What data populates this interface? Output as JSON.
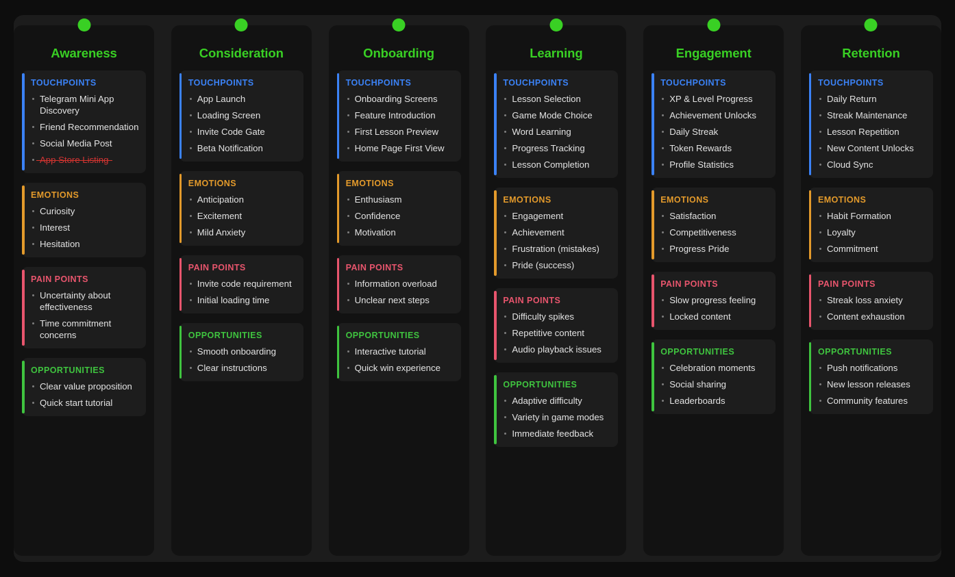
{
  "theme": {
    "background": "#0d0d0d",
    "panel_background": "#1c1c1c",
    "column_background": "#121212",
    "section_background": "#1d1d1d",
    "stage_title_color": "#39d024",
    "stage_dot_color": "#39d024",
    "touchpoints_color": "#3b82f6",
    "emotions_color": "#e39a2b",
    "pain_points_color": "#e8556d",
    "opportunities_color": "#3fc43f",
    "text_color": "#e2e2e2",
    "strikethrough_color": "#d8342c"
  },
  "section_labels": {
    "touchpoints": "TOUCHPOINTS",
    "emotions": "EMOTIONS",
    "pain_points": "PAIN POINTS",
    "opportunities": "OPPORTUNITIES"
  },
  "stages": [
    {
      "title": "Awareness",
      "touchpoints": [
        {
          "text": "Telegram Mini App Discovery",
          "struck": false
        },
        {
          "text": "Friend Recommendation",
          "struck": false
        },
        {
          "text": "Social Media Post",
          "struck": false
        },
        {
          "text": "App Store Listing",
          "struck": true
        }
      ],
      "emotions": [
        "Curiosity",
        "Interest",
        "Hesitation"
      ],
      "pain_points": [
        "Uncertainty about effectiveness",
        "Time commitment concerns"
      ],
      "opportunities": [
        "Clear value proposition",
        "Quick start tutorial"
      ]
    },
    {
      "title": "Consideration",
      "touchpoints": [
        {
          "text": "App Launch",
          "struck": false
        },
        {
          "text": "Loading Screen",
          "struck": false
        },
        {
          "text": "Invite Code Gate",
          "struck": false
        },
        {
          "text": "Beta Notification",
          "struck": false
        }
      ],
      "emotions": [
        "Anticipation",
        "Excitement",
        "Mild Anxiety"
      ],
      "pain_points": [
        "Invite code requirement",
        "Initial loading time"
      ],
      "opportunities": [
        "Smooth onboarding",
        "Clear instructions"
      ]
    },
    {
      "title": "Onboarding",
      "touchpoints": [
        {
          "text": "Onboarding Screens",
          "struck": false
        },
        {
          "text": "Feature Introduction",
          "struck": false
        },
        {
          "text": "First Lesson Preview",
          "struck": false
        },
        {
          "text": "Home Page First View",
          "struck": false
        }
      ],
      "emotions": [
        "Enthusiasm",
        "Confidence",
        "Motivation"
      ],
      "pain_points": [
        "Information overload",
        "Unclear next steps"
      ],
      "opportunities": [
        "Interactive tutorial",
        "Quick win experience"
      ]
    },
    {
      "title": "Learning",
      "touchpoints": [
        {
          "text": "Lesson Selection",
          "struck": false
        },
        {
          "text": "Game Mode Choice",
          "struck": false
        },
        {
          "text": "Word Learning",
          "struck": false
        },
        {
          "text": "Progress Tracking",
          "struck": false
        },
        {
          "text": "Lesson Completion",
          "struck": false
        }
      ],
      "emotions": [
        "Engagement",
        "Achievement",
        "Frustration (mistakes)",
        "Pride (success)"
      ],
      "pain_points": [
        "Difficulty spikes",
        "Repetitive content",
        "Audio playback issues"
      ],
      "opportunities": [
        "Adaptive difficulty",
        "Variety in game modes",
        "Immediate feedback"
      ]
    },
    {
      "title": "Engagement",
      "touchpoints": [
        {
          "text": "XP & Level Progress",
          "struck": false
        },
        {
          "text": "Achievement Unlocks",
          "struck": false
        },
        {
          "text": "Daily Streak",
          "struck": false
        },
        {
          "text": "Token Rewards",
          "struck": false
        },
        {
          "text": "Profile Statistics",
          "struck": false
        }
      ],
      "emotions": [
        "Satisfaction",
        "Competitiveness",
        "Progress Pride"
      ],
      "pain_points": [
        "Slow progress feeling",
        "Locked content"
      ],
      "opportunities": [
        "Celebration moments",
        "Social sharing",
        "Leaderboards"
      ]
    },
    {
      "title": "Retention",
      "touchpoints": [
        {
          "text": "Daily Return",
          "struck": false
        },
        {
          "text": "Streak Maintenance",
          "struck": false
        },
        {
          "text": "Lesson Repetition",
          "struck": false
        },
        {
          "text": "New Content Unlocks",
          "struck": false
        },
        {
          "text": "Cloud Sync",
          "struck": false
        }
      ],
      "emotions": [
        "Habit Formation",
        "Loyalty",
        "Commitment"
      ],
      "pain_points": [
        "Streak loss anxiety",
        "Content exhaustion"
      ],
      "opportunities": [
        "Push notifications",
        "New lesson releases",
        "Community features"
      ]
    }
  ]
}
